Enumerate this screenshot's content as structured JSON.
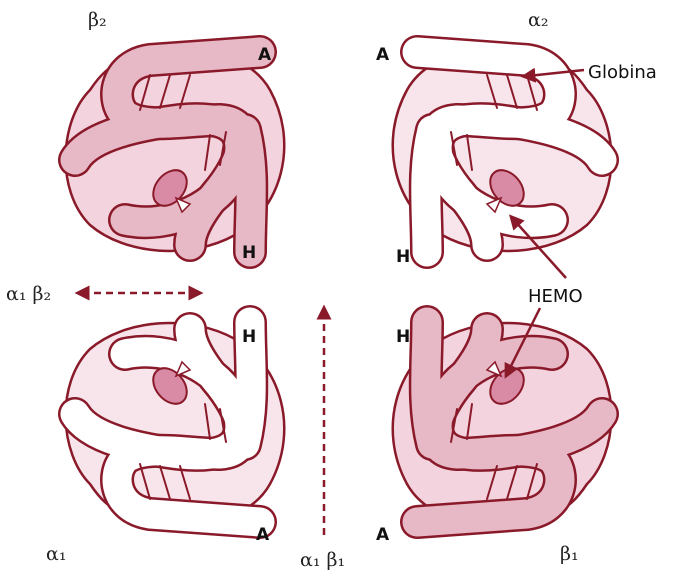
{
  "colors": {
    "outline": "#8a1a2a",
    "pink_fill": "#e7b8c6",
    "pink_light": "#f5dde5",
    "white_fill": "#ffffff",
    "heme_fill": "#d98aa5",
    "arrow": "#8a1a2a"
  },
  "subunits": {
    "beta2": {
      "name": "β₂",
      "letter_a": "A",
      "letter_h": "H",
      "fill": "pink"
    },
    "alpha2": {
      "name": "α₂",
      "letter_a": "A",
      "letter_h": "H",
      "fill": "white"
    },
    "alpha1": {
      "name": "α₁",
      "letter_a": "A",
      "letter_h": "H",
      "fill": "white"
    },
    "beta1": {
      "name": "β₁",
      "letter_a": "A",
      "letter_h": "H",
      "fill": "pink"
    }
  },
  "interfaces": {
    "a1b2": "α₁ β₂",
    "a1b1": "α₁ β₁"
  },
  "labels": {
    "globin": "Globina",
    "heme": "HEMO"
  }
}
